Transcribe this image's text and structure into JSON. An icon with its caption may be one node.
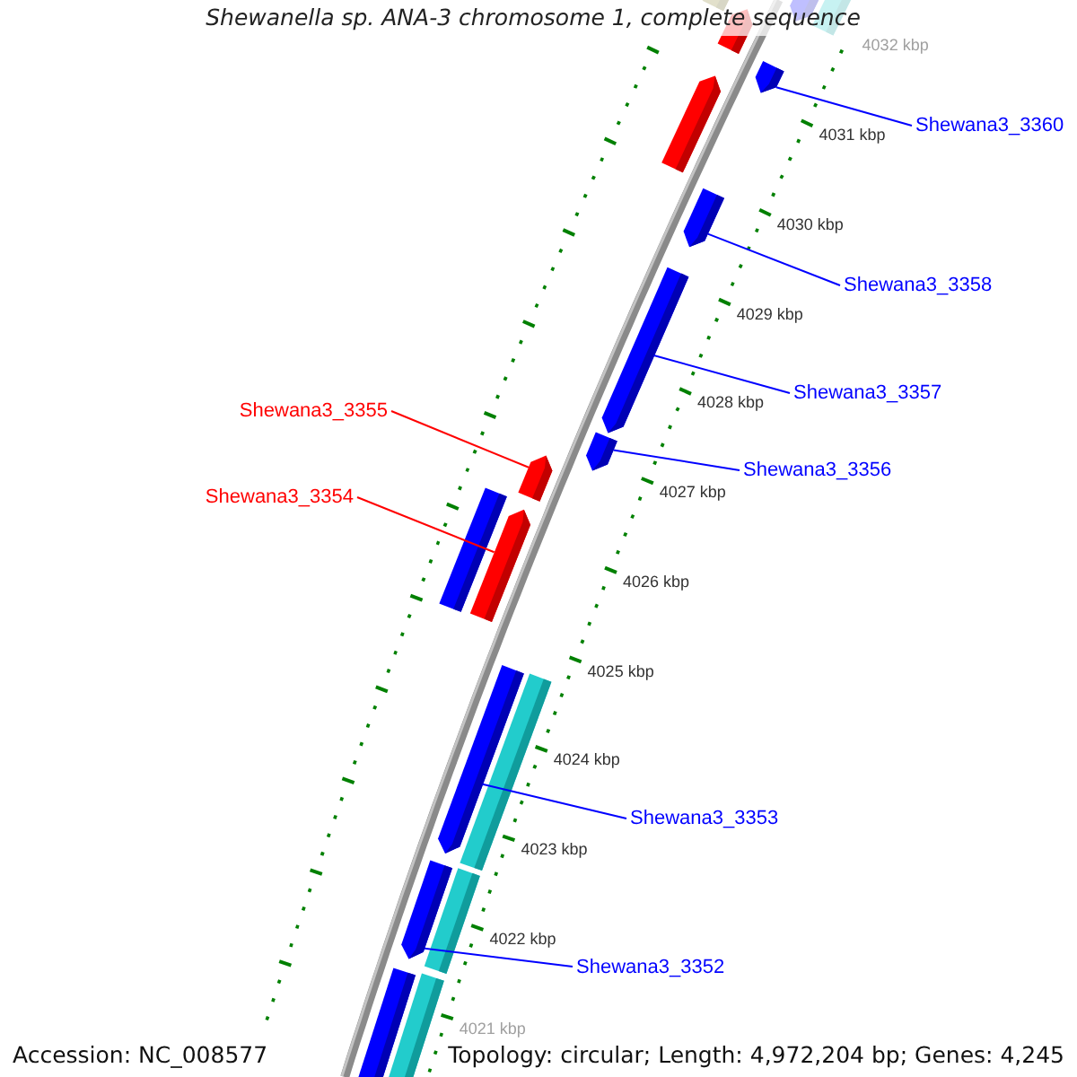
{
  "diagram": {
    "title": "Shewanella sp. ANA-3 chromosome 1, complete sequence",
    "nodes": [
      {
        "text": [],
        "shape": "bar"
      },
      {
        "text": [],
        "shape": "bar"
      },
      {
        "text": [],
        "shape": "bar"
      },
      {
        "text": [],
        "shape": "bar"
      },
      {
        "text": [],
        "shape": "bar"
      },
      {
        "text": [],
        "shape": "bar"
      },
      {
        "text": [
          "Shewana3_3360"
        ]
      },
      {
        "text": [],
        "shape": "bar"
      },
      {
        "text": [],
        "shape": "bar"
      },
      {
        "text": [
          "Shewana3_3358"
        ]
      },
      {
        "text": [
          "Shewana3_3355"
        ]
      },
      {
        "text": [
          "Shewana3_3357"
        ]
      },
      {
        "text": [],
        "shape": "bar"
      },
      {
        "text": [],
        "shape": "bar"
      },
      {
        "text": [],
        "shape": "bar"
      },
      {
        "text": [
          "Shewana3_3354"
        ]
      },
      {
        "text": [],
        "shape": "bar"
      },
      {
        "text": [
          "Shewana3_3356"
        ]
      },
      {
        "text": [],
        "shape": "bar"
      },
      {
        "text": [],
        "shape": "bar"
      },
      {
        "text": [
          "Shewana3_3353"
        ]
      },
      {
        "text": [],
        "shape": "bar"
      },
      {
        "text": [],
        "shape": "bar"
      },
      {
        "text": [
          "Shewana3_3352"
        ]
      },
      {
        "text": [],
        "shape": "bar"
      },
      {
        "text": [],
        "shape": "bar"
      }
    ],
    "edges": [
      {
        "from": 6,
        "to": 4,
        "arrow": "none"
      },
      {
        "from": 9,
        "to": 7,
        "arrow": "none"
      },
      {
        "from": 10,
        "to": 13,
        "arrow": "none",
        "color": "#ff0000"
      },
      {
        "from": 11,
        "to": 8,
        "arrow": "none"
      },
      {
        "from": 15,
        "to": 16,
        "arrow": "none",
        "color": "#ff0000"
      },
      {
        "from": 17,
        "to": 12,
        "arrow": "none"
      },
      {
        "from": 20,
        "to": 18,
        "arrow": "none"
      },
      {
        "from": 23,
        "to": 21,
        "arrow": "none"
      }
    ],
    "labels": [
      "4032 kbp",
      "4031 kbp",
      "4030 kbp",
      "4029 kbp",
      "4028 kbp",
      "4027 kbp",
      "4026 kbp",
      "4025 kbp",
      "4024 kbp",
      "4023 kbp",
      "4022 kbp",
      "4021 kbp",
      "Accession: NC_008577",
      "Topology: circular; Length: 4,972,204 bp; Genes: 4,245"
    ]
  }
}
